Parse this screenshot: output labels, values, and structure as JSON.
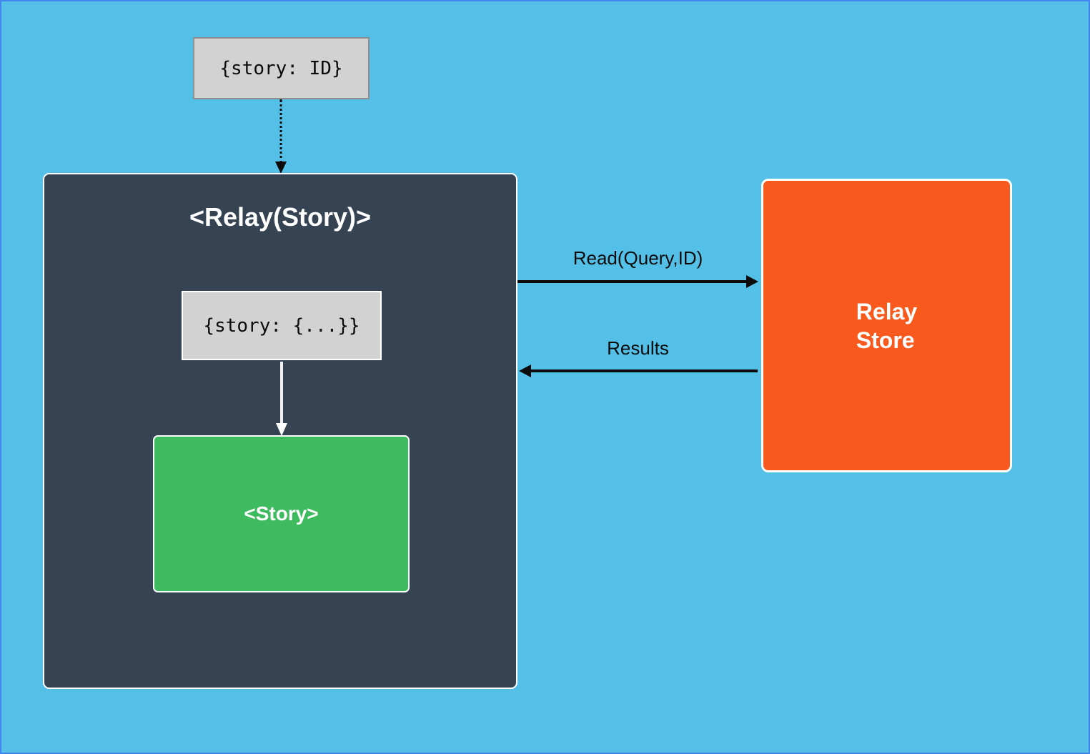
{
  "colors": {
    "bg": "#54c0e8",
    "page-border": "#4486f0",
    "navy": "#364353",
    "green": "#3eba5f",
    "orange": "#f9591d",
    "gray-fill": "#d2d2d2",
    "gray-border": "#8f8f8f"
  },
  "nodes": {
    "props_input": {
      "text": "{story: ID}"
    },
    "relay_component": {
      "title": "<Relay(Story)>"
    },
    "props_resolved": {
      "text": "{story: {...}}"
    },
    "story_component": {
      "text": "<Story>"
    },
    "relay_store": {
      "line1": "Relay",
      "line2": "Store"
    }
  },
  "edges": {
    "read": {
      "label": "Read(Query,ID)"
    },
    "results": {
      "label": "Results"
    }
  }
}
